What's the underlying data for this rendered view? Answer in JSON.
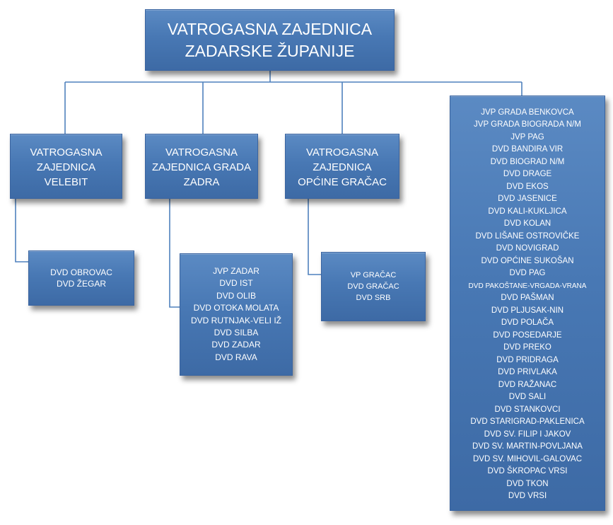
{
  "root": {
    "lines": [
      "VATROGASNA ZAJEDNICA",
      "ZADARSKE ŽUPANIJE"
    ]
  },
  "groups": [
    {
      "lines": [
        "VATROGASNA",
        "ZAJEDNICA",
        "VELEBIT"
      ],
      "members": [
        "DVD OBROVAC",
        "DVD ŽEGAR"
      ]
    },
    {
      "lines": [
        "VATROGASNA",
        "ZAJEDNICA GRADA",
        "ZADRA"
      ],
      "members": [
        "JVP ZADAR",
        "DVD IST",
        "DVD OLIB",
        "DVD OTOKA MOLATA",
        "DVD RUTNJAK-VELI IŽ",
        "DVD SILBA",
        "DVD ZADAR",
        "DVD RAVA"
      ]
    },
    {
      "lines": [
        "VATROGASNA",
        "ZAJEDNICA",
        "OPĆINE GRAČAC"
      ],
      "members": [
        "VP GRAČAC",
        "DVD GRAČAC",
        "DVD SRB"
      ]
    }
  ],
  "direct_members": [
    "JVP GRADA BENKOVCA",
    "JVP GRADA BIOGRADA N/M",
    "JVP PAG",
    "DVD BANDIRA VIR",
    "DVD BIOGRAD N/M",
    "DVD DRAGE",
    "DVD EKOS",
    "DVD JASENICE",
    "DVD KALI-KUKLJICA",
    "DVD KOLAN",
    "DVD LIŠANE OSTROVIČKE",
    "DVD NOVIGRAD",
    "DVD OPĆINE SUKOŠAN",
    "DVD PAG",
    "DVD PAKOŠTANE-VRGADA-VRANA",
    "DVD PAŠMAN",
    "DVD PLJUSAK-NIN",
    "DVD POLAČA",
    "DVD POSEDARJE",
    "DVD PREKO",
    "DVD PRIDRAGA",
    "DVD PRIVLAKA",
    "DVD RAŽANAC",
    "DVD SALI",
    "DVD STANKOVCI",
    "DVD STARIGRAD-PAKLENICA",
    "DVD SV. FILIP I JAKOV",
    "DVD SV. MARTIN-POVLJANA",
    "DVD SV. MIHOVIL-GALOVAC",
    "DVD ŠKROPAC VRSI",
    "DVD TKON",
    "DVD VRSI"
  ],
  "colors": {
    "box_fill": "#4878b4",
    "connector": "#4f81bd",
    "text": "#ffffff"
  }
}
